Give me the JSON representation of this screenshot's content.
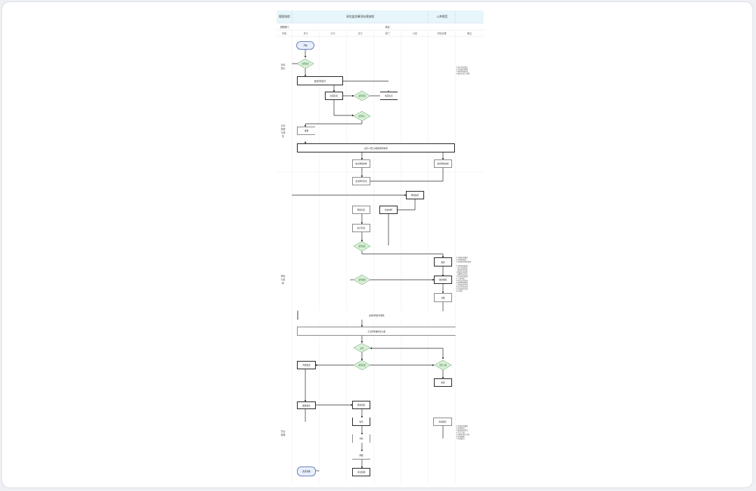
{
  "header": {
    "left_label": "管理流程",
    "title": "风险监控事项处理流程",
    "right_label": "入库规范"
  },
  "sub_header": {
    "left_label": "关联部门",
    "center_label": "风控"
  },
  "lanes": [
    "阶段",
    "总行",
    "分行",
    "支行",
    "部门",
    "小组",
    "风险经理",
    "备注"
  ],
  "stages": [
    "事前提示",
    "业务受理与调查",
    "审批与放款",
    "贷后管理"
  ],
  "nodes": {
    "start": "开始",
    "d1": "是否提示",
    "p1": "发送风险提示",
    "p2": "反馈意见",
    "d2": "是否同意",
    "p3": "核实信息",
    "d3": "是否准入",
    "p4": "受理",
    "p5": "业务人员汇总报送风险事项",
    "p6": "提交审批材料",
    "p7": "复核审批资料",
    "p8": "出具审查意见",
    "p9": "审批会签",
    "p10": "审批意见",
    "p11": "补充材料",
    "p12": "执行意见",
    "d4": "是否通过",
    "p13": "放款",
    "d5": "是否放款",
    "p14": "放款审核",
    "p15": "归档",
    "p16": "出具风险提示报告",
    "p17": "汇总风险事项并上报",
    "d6": "是否",
    "p18": "风险处置",
    "d7": "是否处置",
    "d8": "是否上报",
    "p19": "结束",
    "p20": "跟踪督办",
    "p21": "整改落实",
    "p22": "复查",
    "p23": "考核",
    "p24": "通报",
    "p25": "问责处理",
    "p26": "持续监控",
    "end": "结束流程"
  },
  "notes": {
    "n1": "1.客户风险提示\n2.贷前风险预警\n3.风险经理反馈\n4.确认后进入流程",
    "n2": "1.审批意见确定\n2.放款前核查\n3.出具放款审核意见\n\n1.风险经理复核\n  执行意见复核\n  放款条件审查\n2.落实放款条件\n  抵押登记完成\n3.出具审查意见\n4.上报审批\n5.提交会签意见\n6.风险经理审核\n7.审批意见归档\n8.执行贷款合同\n9.完成放款手续\n10.归档",
    "n3": "1.风险事项跟踪\n2.定期复查\n3.整改落实情况\n4.汇总上报\n5.风险处置与问责\n6.考核通报\n7.持续监控"
  },
  "colors": {
    "header_bg": "#e6f6fa",
    "decision_fill": "#d9f0d6",
    "decision_stroke": "#3f8a47",
    "terminal_fill": "#e8efff",
    "line": "#222222"
  }
}
